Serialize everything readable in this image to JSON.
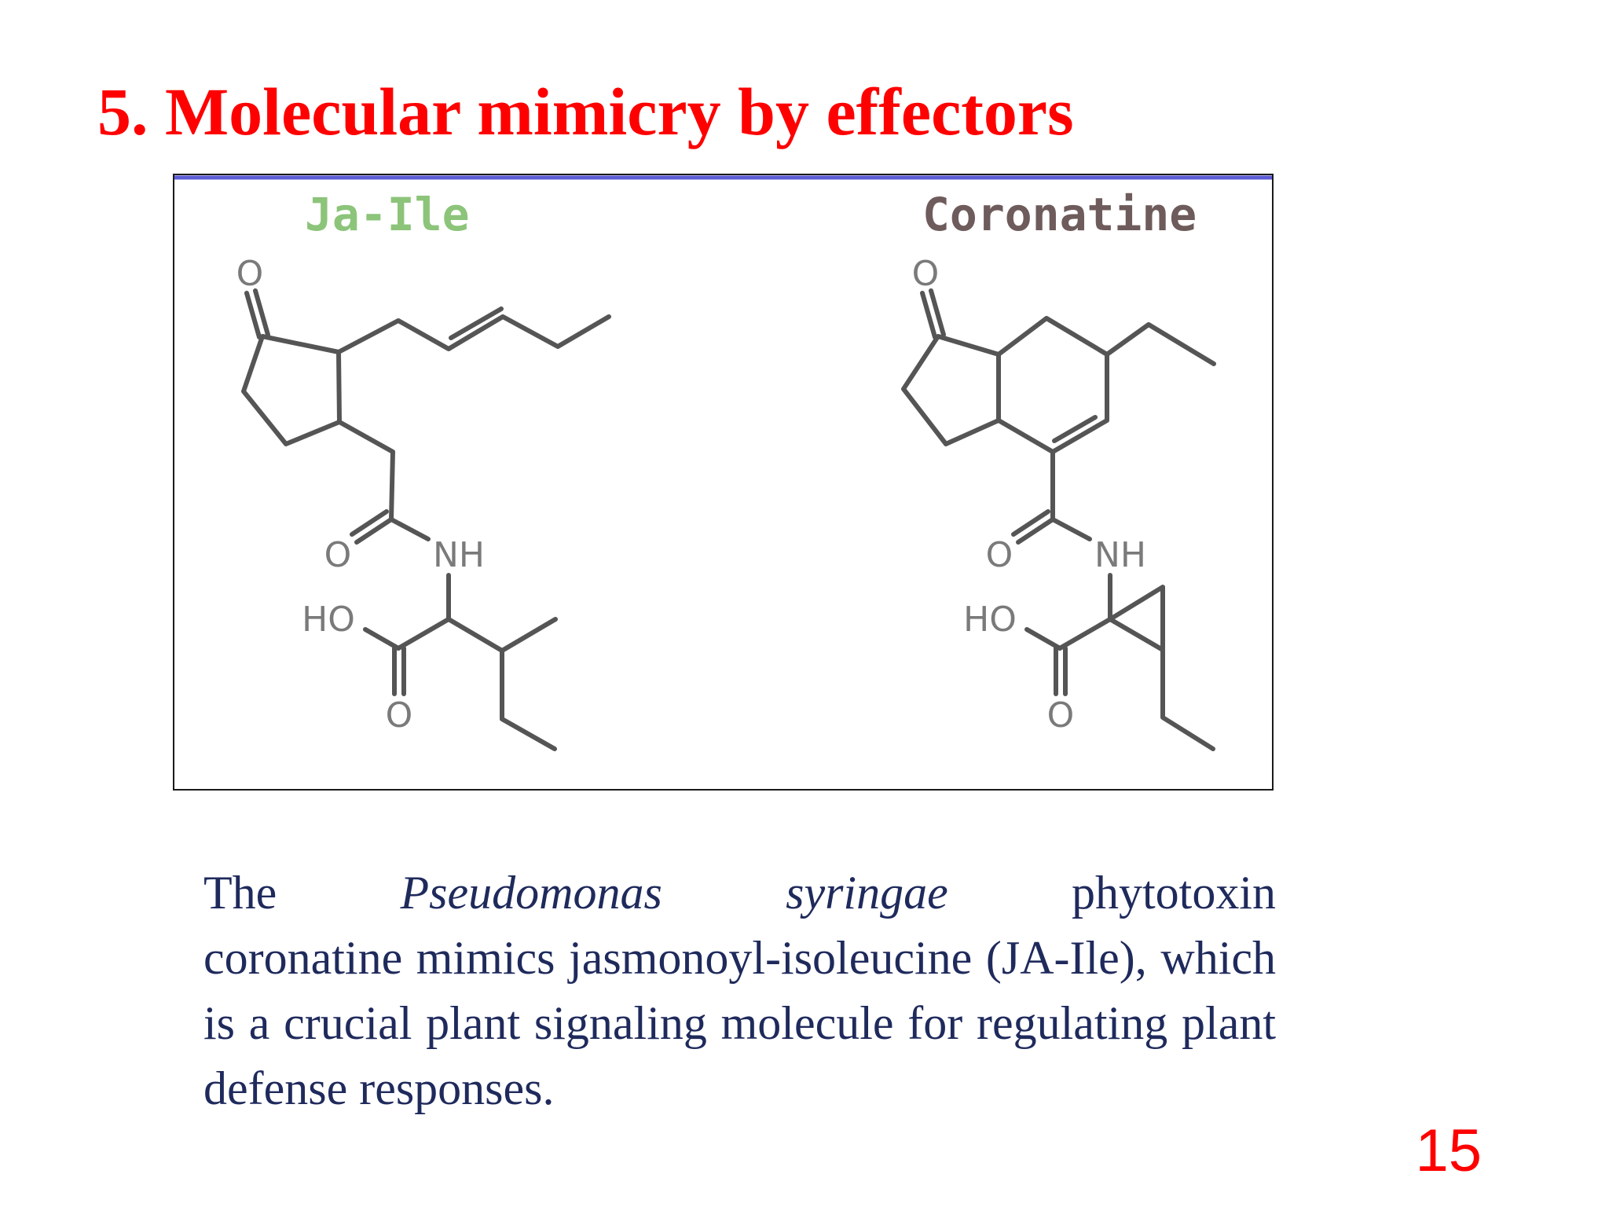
{
  "slide": {
    "title": "5. Molecular mimicry by effectors",
    "page_number": "15"
  },
  "figure": {
    "left_molecule": {
      "label": "Ja-Ile",
      "label_color": "#8cc47a",
      "atoms": {
        "ketone_o": "O",
        "amide_o": "O",
        "nh": "NH",
        "ho": "HO",
        "acid_o": "O"
      }
    },
    "right_molecule": {
      "label": "Coronatine",
      "label_color": "#6e5b5b",
      "atoms": {
        "ketone_o": "O",
        "amide_o": "O",
        "nh": "NH",
        "ho": "HO",
        "acid_o": "O"
      }
    },
    "top_border_color": "#5b5bd6"
  },
  "caption": {
    "word_the": "The",
    "word_genus": "Pseudomonas",
    "word_species": "syringae",
    "word_phytotoxin": "phytotoxin",
    "rest": "coronatine mimics jasmonoyl-isoleucine (JA-Ile), which is a crucial plant signaling molecule for regulating plant defense responses."
  },
  "colors": {
    "title": "#ff0000",
    "caption": "#1f2a5c",
    "page_number": "#ff0000"
  }
}
